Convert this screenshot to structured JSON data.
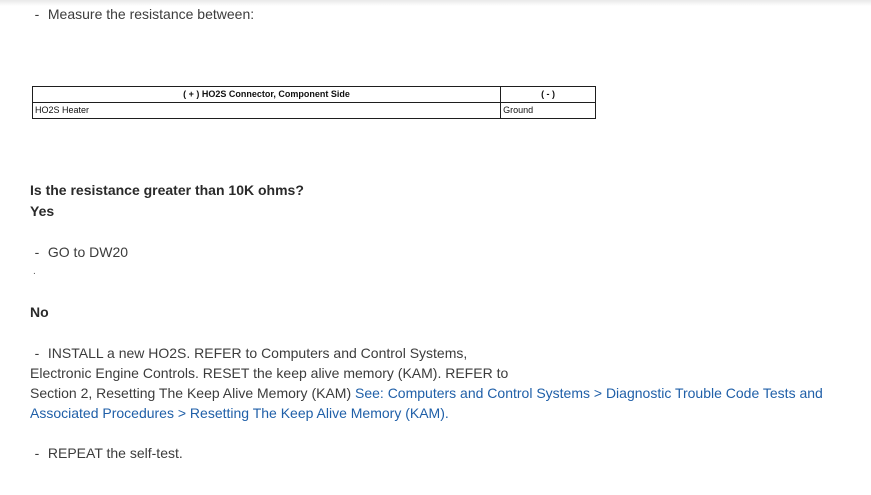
{
  "step": {
    "measure_text": "Measure the resistance between:",
    "table": {
      "headers": [
        "( + ) HO2S Connector, Component Side",
        "( - )"
      ],
      "rows": [
        [
          "HO2S Heater",
          "Ground"
        ]
      ]
    },
    "question": "Is the resistance greater than 10K ohms?",
    "yes_label": "Yes",
    "yes_action": "GO to DW20",
    "separator_dot": ".",
    "no_label": "No",
    "no_action_line1": "INSTALL a new HO2S. REFER to Computers and Control Systems,",
    "no_action_line2": "Electronic Engine Controls. RESET the keep alive memory (KAM). REFER to",
    "no_action_line3": "Section 2, Resetting The Keep Alive Memory (KAM)",
    "link_part1": "See: Computers and Control Systems > Diagnostic Trouble Code Tests and",
    "link_part2": "Associated Procedures > Resetting The Keep Alive Memory (KAM).",
    "repeat_action": "REPEAT the self-test.",
    "bullet": "-"
  },
  "colors": {
    "text": "#3c3c3c",
    "link": "#1f5fa8",
    "table_border": "#1e1e1e"
  }
}
